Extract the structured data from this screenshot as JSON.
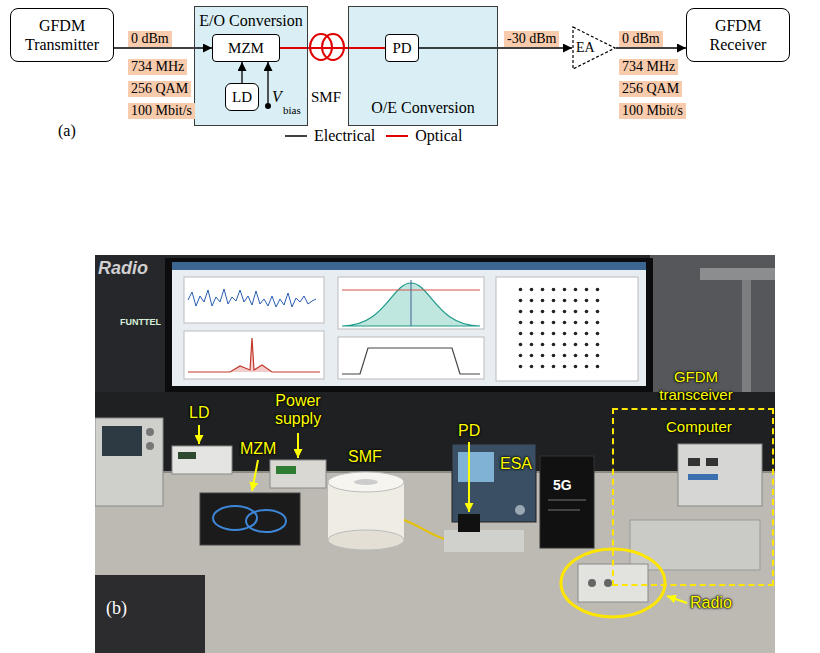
{
  "diagram": {
    "nodes": [
      {
        "text": [
          "GFDM Transmitter"
        ]
      },
      {
        "text": [
          "E/O Conversion"
        ]
      },
      {
        "text": [
          "MZM"
        ],
        "in": 1
      },
      {
        "text": [
          "LD"
        ],
        "in": 1
      },
      {
        "text": [
          "O/E Conversion"
        ]
      },
      {
        "text": [
          "PD"
        ],
        "in": 4
      },
      {
        "text": [
          "EA"
        ]
      },
      {
        "text": [
          "GFDM Receiver"
        ]
      },
      {
        "text": [
          "GFDM transceiver",
          "Computer"
        ]
      }
    ],
    "edges": [
      {
        "from": 0,
        "to": 2,
        "arrow": "to"
      },
      {
        "from": 3,
        "to": 2,
        "arrow": "to"
      },
      {
        "from": 2,
        "to": 5,
        "arrow": "none"
      },
      {
        "from": 5,
        "to": 6,
        "arrow": "to"
      },
      {
        "from": 6,
        "to": 7,
        "arrow": "to"
      }
    ],
    "labels": [
      "0 dBm",
      "734 MHz",
      "256 QAM",
      "100 Mbit/s",
      "V",
      "bias",
      "SMF",
      "-30 dBm",
      "0 dBm",
      "734 MHz",
      "256 QAM",
      "100 Mbit/s",
      "(a)",
      "Radio",
      "FUNTTEL",
      "LD",
      "MZM",
      "Power supply",
      "SMF",
      "PD",
      "ESA",
      "5G",
      "Radio",
      "(b)"
    ],
    "legend": [
      {
        "text": "Electrical"
      },
      {
        "text": "Optical"
      }
    ]
  }
}
